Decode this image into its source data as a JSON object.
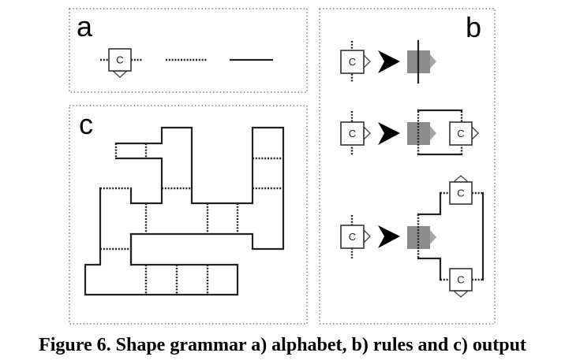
{
  "figure": {
    "caption": "Figure 6. Shape grammar a) alphabet, b) rules and c) output",
    "panels": {
      "a": {
        "label": "a",
        "title": "alphabet",
        "items": [
          "component (C) with connectors",
          "dotted edge (open connection)",
          "solid edge (wall)"
        ]
      },
      "b": {
        "label": "b",
        "title": "rules",
        "rules": [
          "C → terminate with wall",
          "C → extend with one new C",
          "C → branch into two new C"
        ]
      },
      "c": {
        "label": "c",
        "title": "output"
      }
    },
    "component_label": "C",
    "colors": {
      "stroke": "#222222",
      "grey_block": "#8c8c8c",
      "background": "#ffffff"
    }
  }
}
